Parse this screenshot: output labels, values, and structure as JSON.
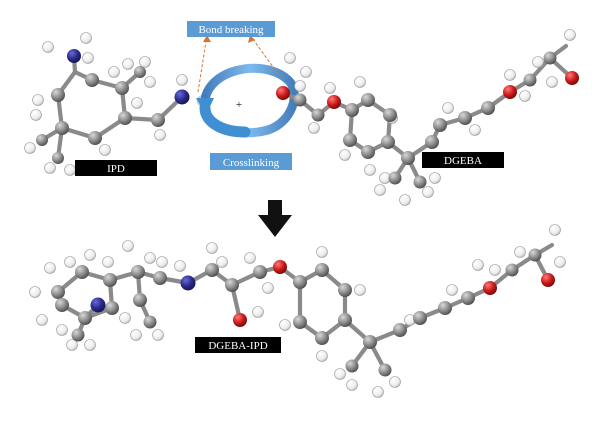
{
  "labels": {
    "bond_breaking": "Bond breaking",
    "crosslinking": "Crosslinking",
    "ipd": "IPD",
    "dgeba": "DGEBA",
    "product": "DGEBA-IPD",
    "plus": "+"
  },
  "colors": {
    "carbon": "#8c8c8c",
    "hydrogen": "#f4f4f4",
    "nitrogen": "#2a2a8c",
    "oxygen": "#cc1a1a",
    "label_box": "#000000",
    "callout_box": "#5b9bd5",
    "arrow": "#111111",
    "crosslink_arrow": "#3f8fd2",
    "dashed_leader": "#d9732a"
  },
  "icons": {
    "reaction_arrow": "down-arrow-icon",
    "crosslink_arrow": "curved-arrow-icon"
  }
}
